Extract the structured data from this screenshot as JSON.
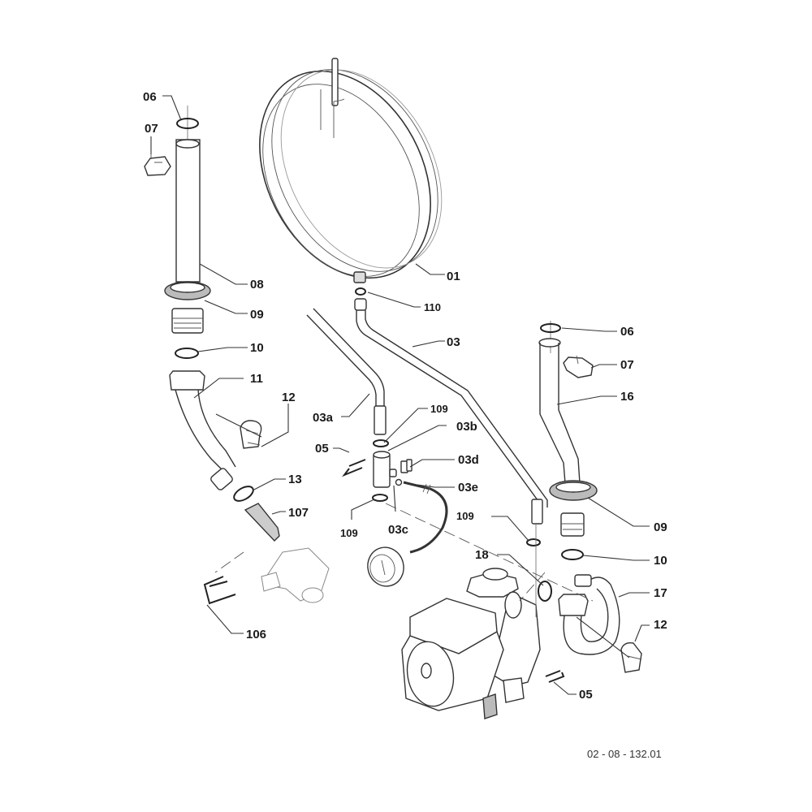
{
  "diagram": {
    "title": "Exploded parts diagram – expansion vessel, pipes and pump assembly",
    "reference_code": "02 - 08 - 132.01",
    "callouts": [
      {
        "id": "01",
        "part": "expansion-vessel"
      },
      {
        "id": "03",
        "part": "vessel-pipe"
      },
      {
        "id": "03a",
        "part": "pipe-section-a"
      },
      {
        "id": "03b",
        "part": "tee-fitting"
      },
      {
        "id": "03c",
        "part": "gauge-connector"
      },
      {
        "id": "03d",
        "part": "clip"
      },
      {
        "id": "03e",
        "part": "pressure-gauge-capillary"
      },
      {
        "id": "05",
        "part": "retaining-clip"
      },
      {
        "id": "06",
        "part": "o-ring"
      },
      {
        "id": "07",
        "part": "pipe-clip"
      },
      {
        "id": "08",
        "part": "left-pipe"
      },
      {
        "id": "09",
        "part": "grommet"
      },
      {
        "id": "10",
        "part": "washer"
      },
      {
        "id": "11",
        "part": "left-bent-pipe"
      },
      {
        "id": "12",
        "part": "pipe-clamp"
      },
      {
        "id": "13",
        "part": "o-ring"
      },
      {
        "id": "16",
        "part": "right-pipe"
      },
      {
        "id": "17",
        "part": "right-bent-pipe"
      },
      {
        "id": "18",
        "part": "o-ring"
      },
      {
        "id": "106",
        "part": "retaining-pin"
      },
      {
        "id": "107",
        "part": "filter"
      },
      {
        "id": "109",
        "part": "o-ring"
      },
      {
        "id": "110",
        "part": "washer"
      }
    ],
    "labels": {
      "l01": "01",
      "l03": "03",
      "l03a": "03a",
      "l03b": "03b",
      "l03c": "03c",
      "l03d": "03d",
      "l03e": "03e",
      "l05a": "05",
      "l05b": "05",
      "l06a": "06",
      "l06b": "06",
      "l07a": "07",
      "l07b": "07",
      "l08": "08",
      "l09a": "09",
      "l09b": "09",
      "l10a": "10",
      "l10b": "10",
      "l11": "11",
      "l12a": "12",
      "l12b": "12",
      "l13": "13",
      "l16": "16",
      "l17": "17",
      "l18": "18",
      "l106": "106",
      "l107": "107",
      "l109a": "109",
      "l109b": "109",
      "l109c": "109",
      "l110": "110"
    }
  }
}
